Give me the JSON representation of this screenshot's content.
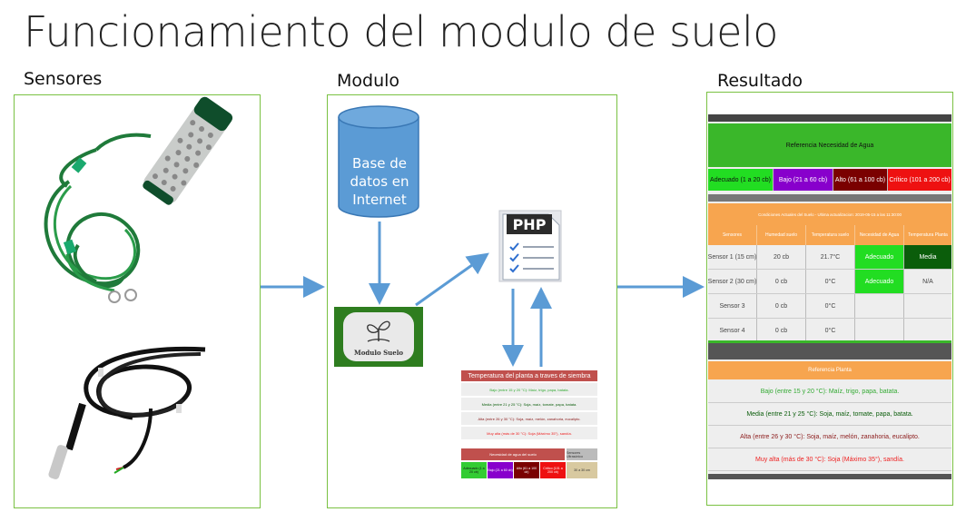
{
  "title": "Funcionamiento del modulo de suelo",
  "sections": {
    "sensores": "Sensores",
    "modulo": "Modulo",
    "resultado": "Resultado"
  },
  "modulo": {
    "db_text": [
      "Base de",
      "datos en",
      "Internet"
    ],
    "php_label": "PHP",
    "module_label": "Modulo Suelo",
    "mini_temp": {
      "header": "Temperatura del planta a traves de siembra",
      "rows": [
        "Bajo (entre 15 y 20 °C): Maíz, trigo, papa, batata.",
        "Media (entre 21 y 25 °C): Soja, maíz, tomate, papa, batata.",
        "Alta (entre 26 y 30 °C): Soja, maíz, melón, zanahoria, eucalipto.",
        "Muy alta (más de 30 °C): Soja (Máximo 35°), sandía."
      ]
    },
    "mini_water": {
      "header": "Necesidad de agua del suelo",
      "sensor_header": "Sensores Ultrasónico",
      "cells": [
        "Adecuado (1 a 20 cb)",
        "Bajo (21 a 60 cb)",
        "Alto (61 a 100 cb)",
        "Crítico (101 a 200 cb)"
      ],
      "sensor_value": "30 a 30 cm"
    }
  },
  "resultado": {
    "ref_agua_header": "Referencia Necesidad de Agua",
    "ref_agua": [
      "Adecuado (1 a 20 cb)",
      "Bajo (21 a 60 cb)",
      "Alto (61 a 100 cb)",
      "Crítico (101 a 200 cb)"
    ],
    "cond_header": "Condiciones Actuales del Suelo - Ultima actualizacion: 2019-05-15 a las 11:30:00",
    "columns": [
      "Sensores",
      "Humedad suelo",
      "Temperatura suelo",
      "Necesidad de Agua",
      "Temperatura Planta"
    ],
    "rows": [
      [
        "Sensor 1 (15 cm)",
        "20 cb",
        "21.7°C",
        "Adecuado",
        "Media"
      ],
      [
        "Sensor 2 (30 cm)",
        "0 cb",
        "0°C",
        "Adecuado",
        "N/A"
      ],
      [
        "Sensor 3",
        "0 cb",
        "0°C",
        "",
        ""
      ],
      [
        "Sensor 4",
        "0 cb",
        "0°C",
        "",
        ""
      ]
    ],
    "ref_planta_header": "Referencia Planta",
    "ref_planta": [
      "Bajo (entre 15 y 20 °C): Maíz, trigo, papa, batata.",
      "Media (entre 21 y 25 °C): Soja, maíz, tomate, papa, batata.",
      "Alta (entre 26 y 30 °C): Soja, maíz, melón, zanahoria, eucalipto.",
      "Muy alta (más de 30 °C): Soja (Máximo 35°), sandía."
    ]
  },
  "colors": {
    "panel_border": "#7ac142",
    "arrow": "#5b9bd5",
    "green": "#33cc33",
    "purple": "#8800cc",
    "darkred": "#7a0000",
    "red": "#ee1111",
    "orange": "#f7a54f",
    "darkgreen": "#0b5d0b"
  }
}
